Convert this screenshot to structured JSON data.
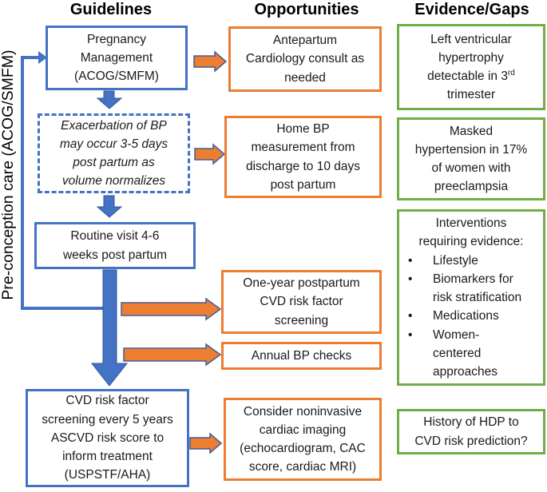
{
  "palette": {
    "blue": "#4472C4",
    "blue_dark": "#2F5597",
    "orange": "#ED7D31",
    "arrow_outline": "#3E5F9E",
    "green": "#70AD47"
  },
  "headers": {
    "guidelines": "Guidelines",
    "opportunities": "Opportunities",
    "evidence": "Evidence/Gaps"
  },
  "side_label": "Pre-conception care (ACOG/SMFM)",
  "guidelines": {
    "boxes": [
      {
        "lines": [
          "Pregnancy",
          "Management",
          "(ACOG/SMFM)"
        ]
      },
      {
        "lines": [
          "Exacerbation of BP",
          "may occur 3-5 days",
          "post partum as",
          "volume normalizes"
        ]
      },
      {
        "lines": [
          "Routine visit 4-6",
          "weeks post partum"
        ]
      },
      {
        "lines": [
          "CVD risk factor",
          "screening every 5 years",
          "ASCVD risk score to",
          "inform treatment",
          "(USPSTF/AHA)"
        ]
      }
    ]
  },
  "opportunities": {
    "boxes": [
      {
        "lines": [
          "Antepartum",
          "Cardiology consult as",
          "needed"
        ]
      },
      {
        "lines": [
          "Home BP",
          "measurement from",
          "discharge to 10 days",
          "post partum"
        ]
      },
      {
        "lines": [
          "One-year postpartum",
          "CVD risk factor",
          "screening"
        ]
      },
      {
        "lines": [
          "Annual BP checks"
        ]
      },
      {
        "lines": [
          "Consider noninvasive",
          "cardiac imaging",
          "(echocardiogram, CAC",
          "score, cardiac MRI)"
        ]
      }
    ]
  },
  "evidence": {
    "bullet_glyph": "•",
    "boxes": [
      {
        "lines": [
          "Left ventricular",
          "hypertrophy",
          "detectable in 3",
          "trimester"
        ],
        "superscript": "rd"
      },
      {
        "lines": [
          "Masked",
          "hypertension in 17%",
          "of women with",
          "preeclampsia"
        ]
      },
      {
        "heading_lines": [
          "Interventions",
          "requiring evidence:"
        ],
        "bullets": [
          [
            "Lifestyle"
          ],
          [
            "Biomarkers for",
            "risk stratification"
          ],
          [
            "Medications"
          ],
          [
            "Women-",
            "centered",
            "approaches"
          ]
        ]
      },
      {
        "lines": [
          "History of HDP to",
          "CVD risk prediction?"
        ]
      }
    ]
  }
}
